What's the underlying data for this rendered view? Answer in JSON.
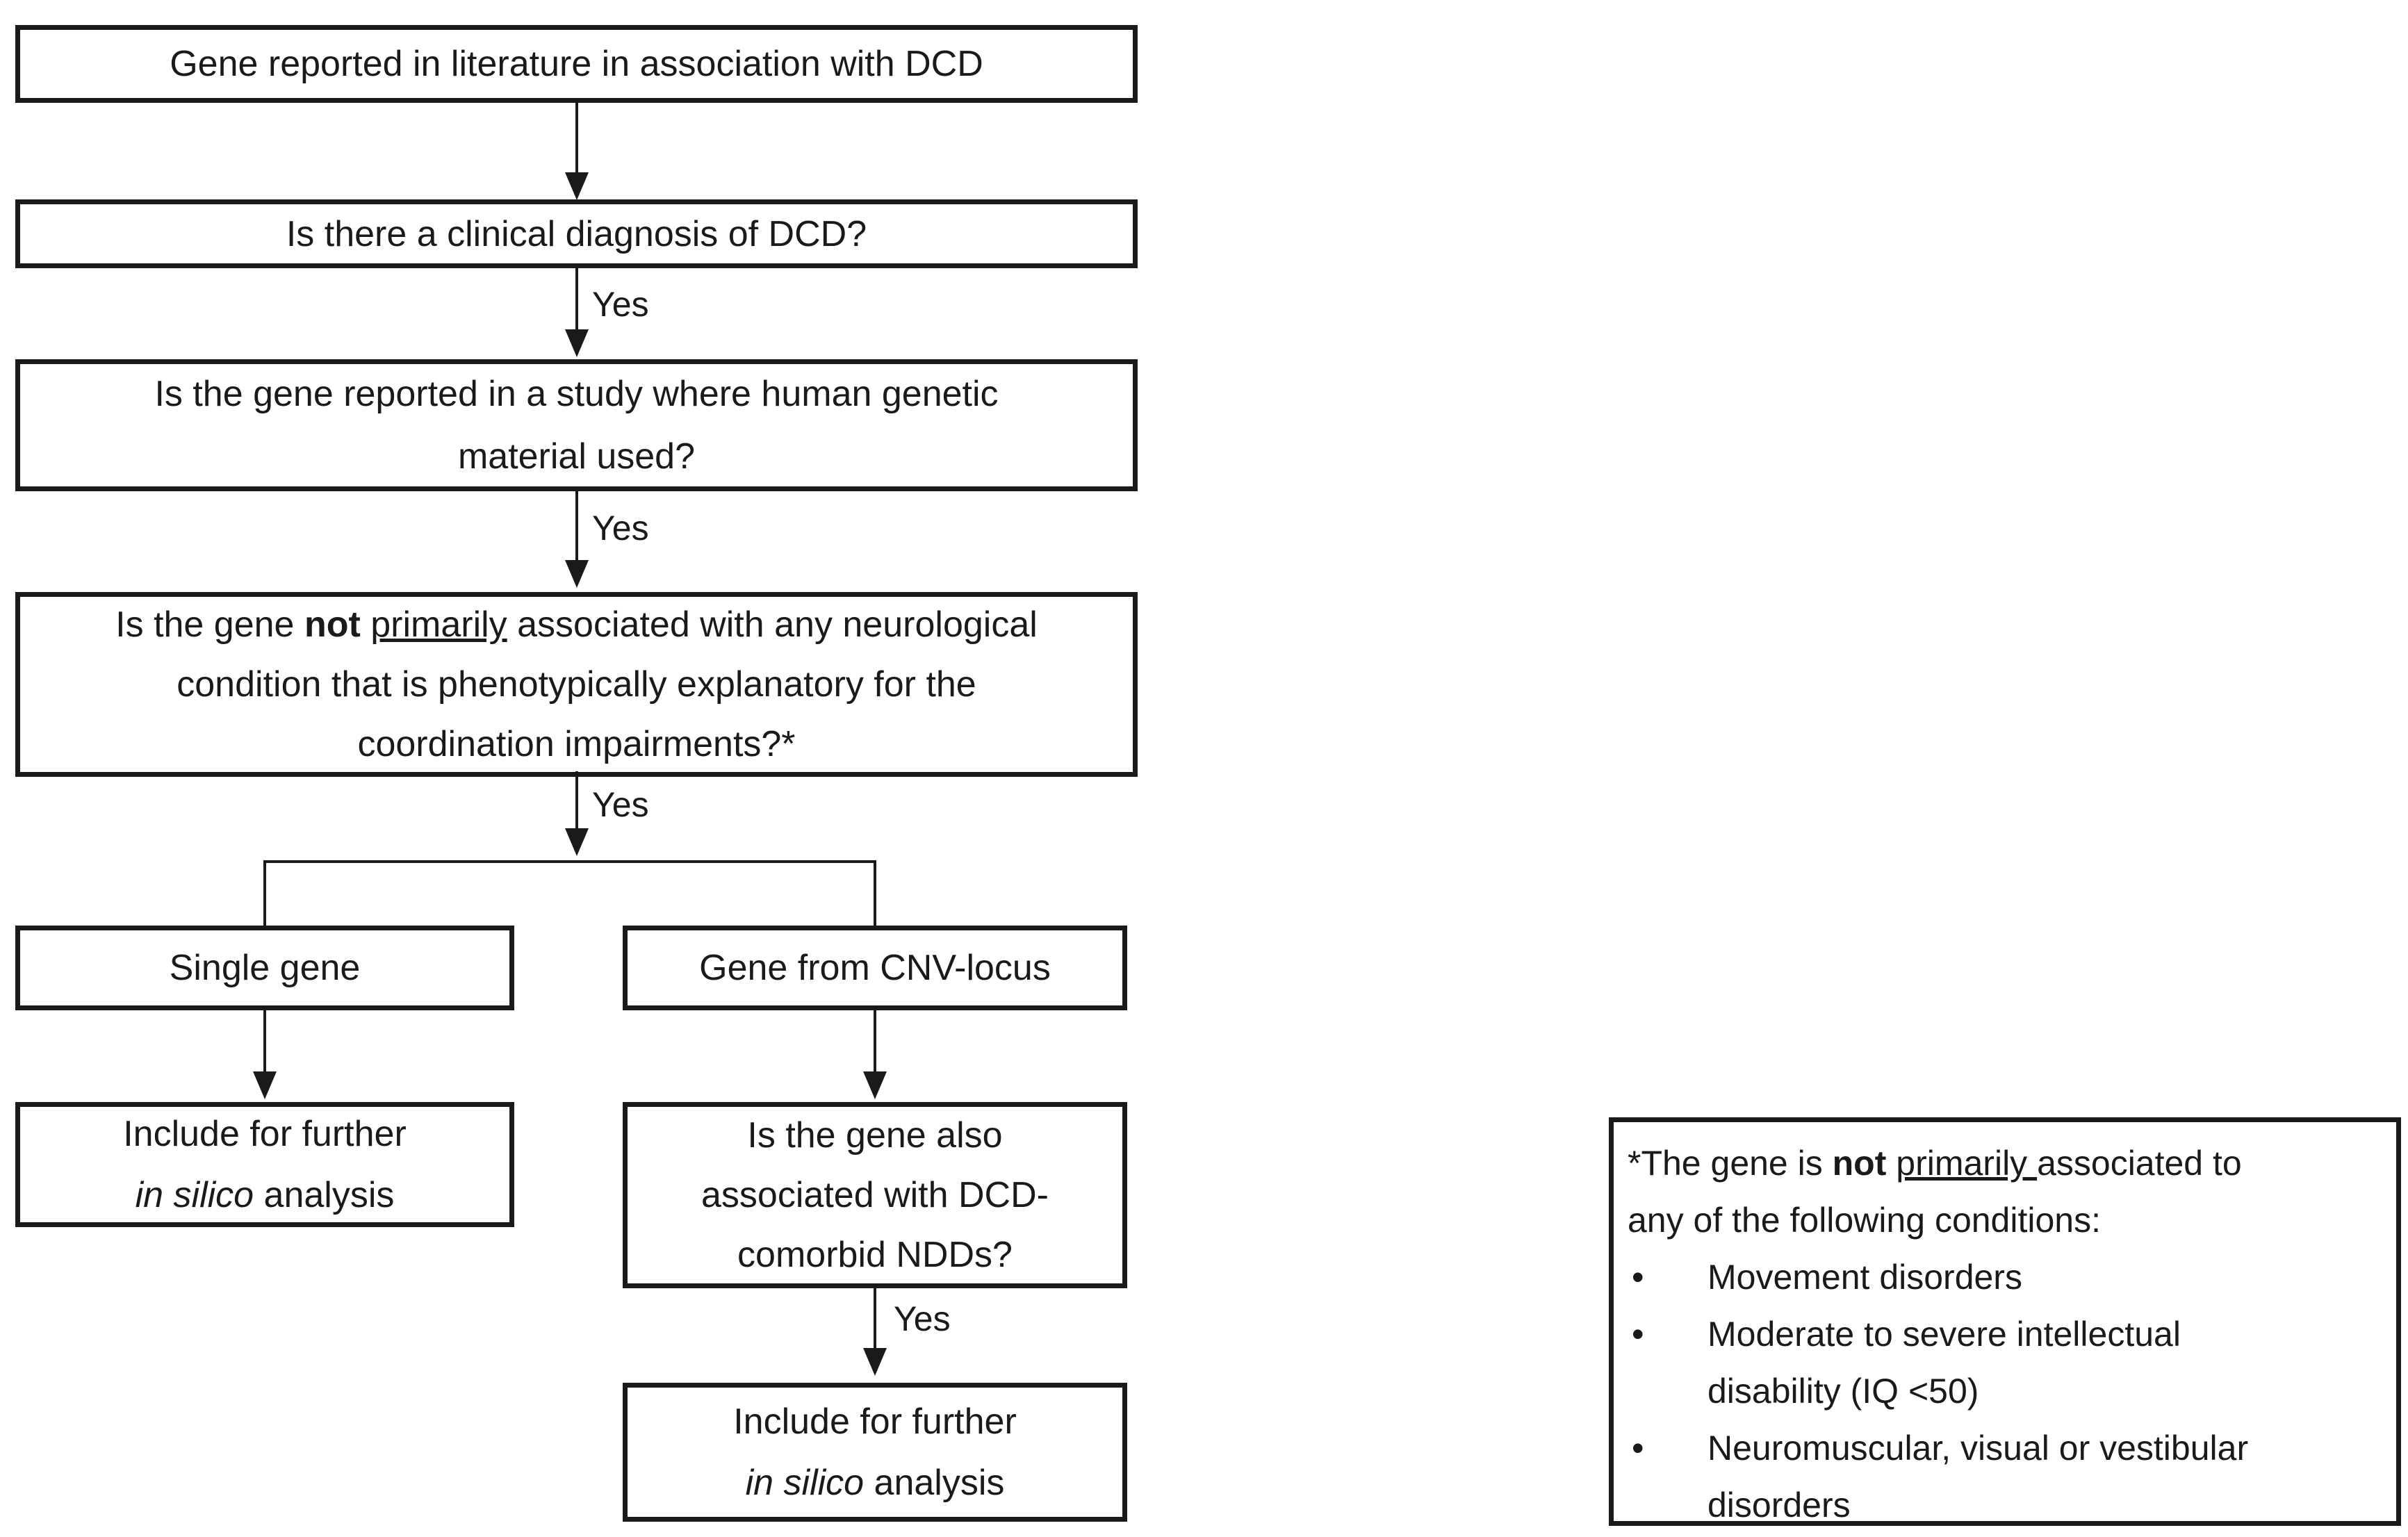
{
  "flowchart": {
    "box_gene_reported": {
      "text": "Gene reported in literature in association with DCD"
    },
    "box_clinical_diagnosis": {
      "text": "Is there a clinical diagnosis of DCD?"
    },
    "box_human_genetic": {
      "line1": "Is the gene reported in a study where human genetic",
      "line2": "material used?"
    },
    "box_not_primarily": {
      "line1_pre": "Is the gene ",
      "line1_bold": "not",
      "line1_mid": " ",
      "line1_underline": "primarily",
      "line1_post": " associated with any neurological",
      "line2": "condition that is phenotypically explanatory for the",
      "line3": "coordination impairments?*"
    },
    "box_single_gene": {
      "text": "Single gene"
    },
    "box_cnv_locus": {
      "text": "Gene from CNV-locus"
    },
    "box_include_left": {
      "line1": "Include for further",
      "line2_italic": "in silico",
      "line2_rest": " analysis"
    },
    "box_comorbid": {
      "line1": "Is the gene also",
      "line2": "associated with DCD-",
      "line3": "comorbid NDDs?"
    },
    "box_include_right": {
      "line1": "Include for further",
      "line2_italic": "in silico",
      "line2_rest": " analysis"
    },
    "edge_labels": {
      "yes1": "Yes",
      "yes2": "Yes",
      "yes3": "Yes",
      "yes4": "Yes"
    }
  },
  "note": {
    "line1_pre": "*The gene is ",
    "line1_bold": "not",
    "line1_mid": " ",
    "line1_underline": "primarily ",
    "line1_post": "associated to",
    "line2": "any of the following conditions:",
    "bullet_char": "•",
    "bullets": [
      {
        "lines": [
          "Movement disorders"
        ]
      },
      {
        "lines": [
          "Moderate to severe intellectual",
          "disability (IQ <50)"
        ]
      },
      {
        "lines": [
          "Neuromuscular, visual or vestibular",
          "disorders"
        ]
      }
    ]
  },
  "colors": {
    "background": "#ffffff",
    "line": "#1a1a1a",
    "text": "#1a1a1a"
  }
}
